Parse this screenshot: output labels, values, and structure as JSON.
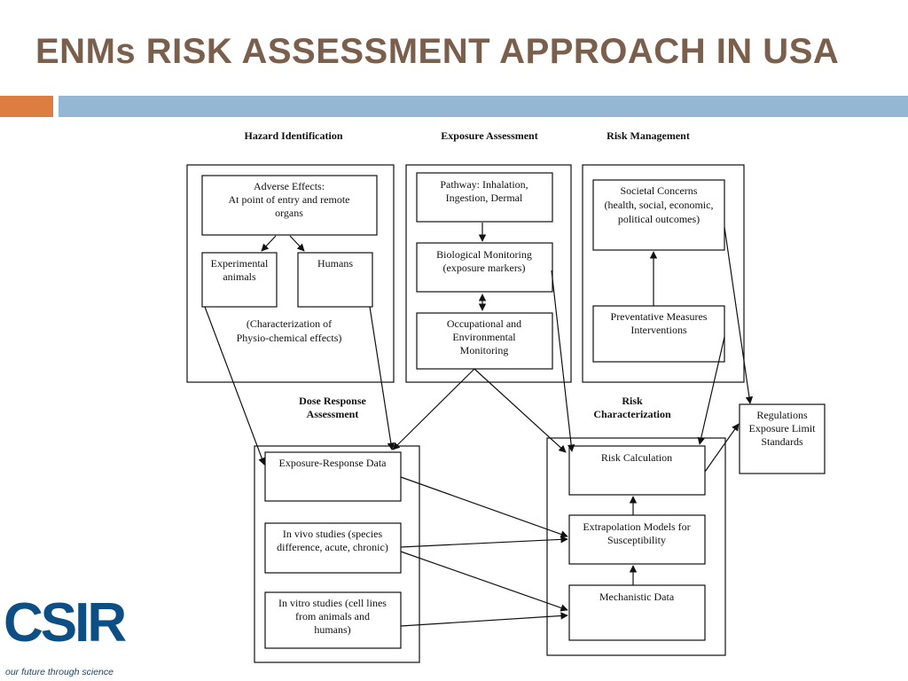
{
  "slide": {
    "title": "ENMs RISK ASSESSMENT APPROACH IN USA"
  },
  "diagram": {
    "columns": {
      "hazard": "Hazard Identification",
      "exposure": "Exposure Assessment",
      "management": "Risk Management",
      "dose": [
        "Dose Response",
        "Assessment"
      ],
      "characterization": [
        "Risk",
        "Characterization"
      ]
    },
    "hazard": {
      "adverse": [
        "Adverse Effects:",
        "At point of entry and remote",
        "organs"
      ],
      "animals": [
        "Experimental",
        "animals"
      ],
      "humans": [
        "Humans"
      ],
      "characterization": [
        "(Characterization of",
        "Physio-chemical effects)"
      ]
    },
    "exposure": {
      "pathway": [
        "Pathway: Inhalation,",
        "Ingestion, Dermal"
      ],
      "biomonitoring": [
        "Biological Monitoring",
        "(exposure markers)"
      ],
      "occupational": [
        "Occupational and",
        "Environmental",
        "Monitoring"
      ]
    },
    "management": {
      "societal": [
        "Societal Concerns",
        "(health, social, economic,",
        "political outcomes)"
      ],
      "preventative": [
        "Preventative Measures",
        "Interventions"
      ]
    },
    "regulations": [
      "Regulations",
      "Exposure Limit",
      "Standards"
    ],
    "dose": {
      "exposure_response": [
        "Exposure-Response Data"
      ],
      "invivo": [
        "In vivo studies (species",
        "difference, acute, chronic)"
      ],
      "invitro": [
        "In vitro studies (cell lines",
        "from animals and",
        "humans)"
      ]
    },
    "risk": {
      "calculation": [
        "Risk Calculation"
      ],
      "extrapolation": [
        "Extrapolation Models for",
        "Susceptibility"
      ],
      "mechanistic": [
        "Mechanistic Data"
      ]
    }
  },
  "logo": {
    "word": "CSIR",
    "tagline": "our future through science"
  }
}
